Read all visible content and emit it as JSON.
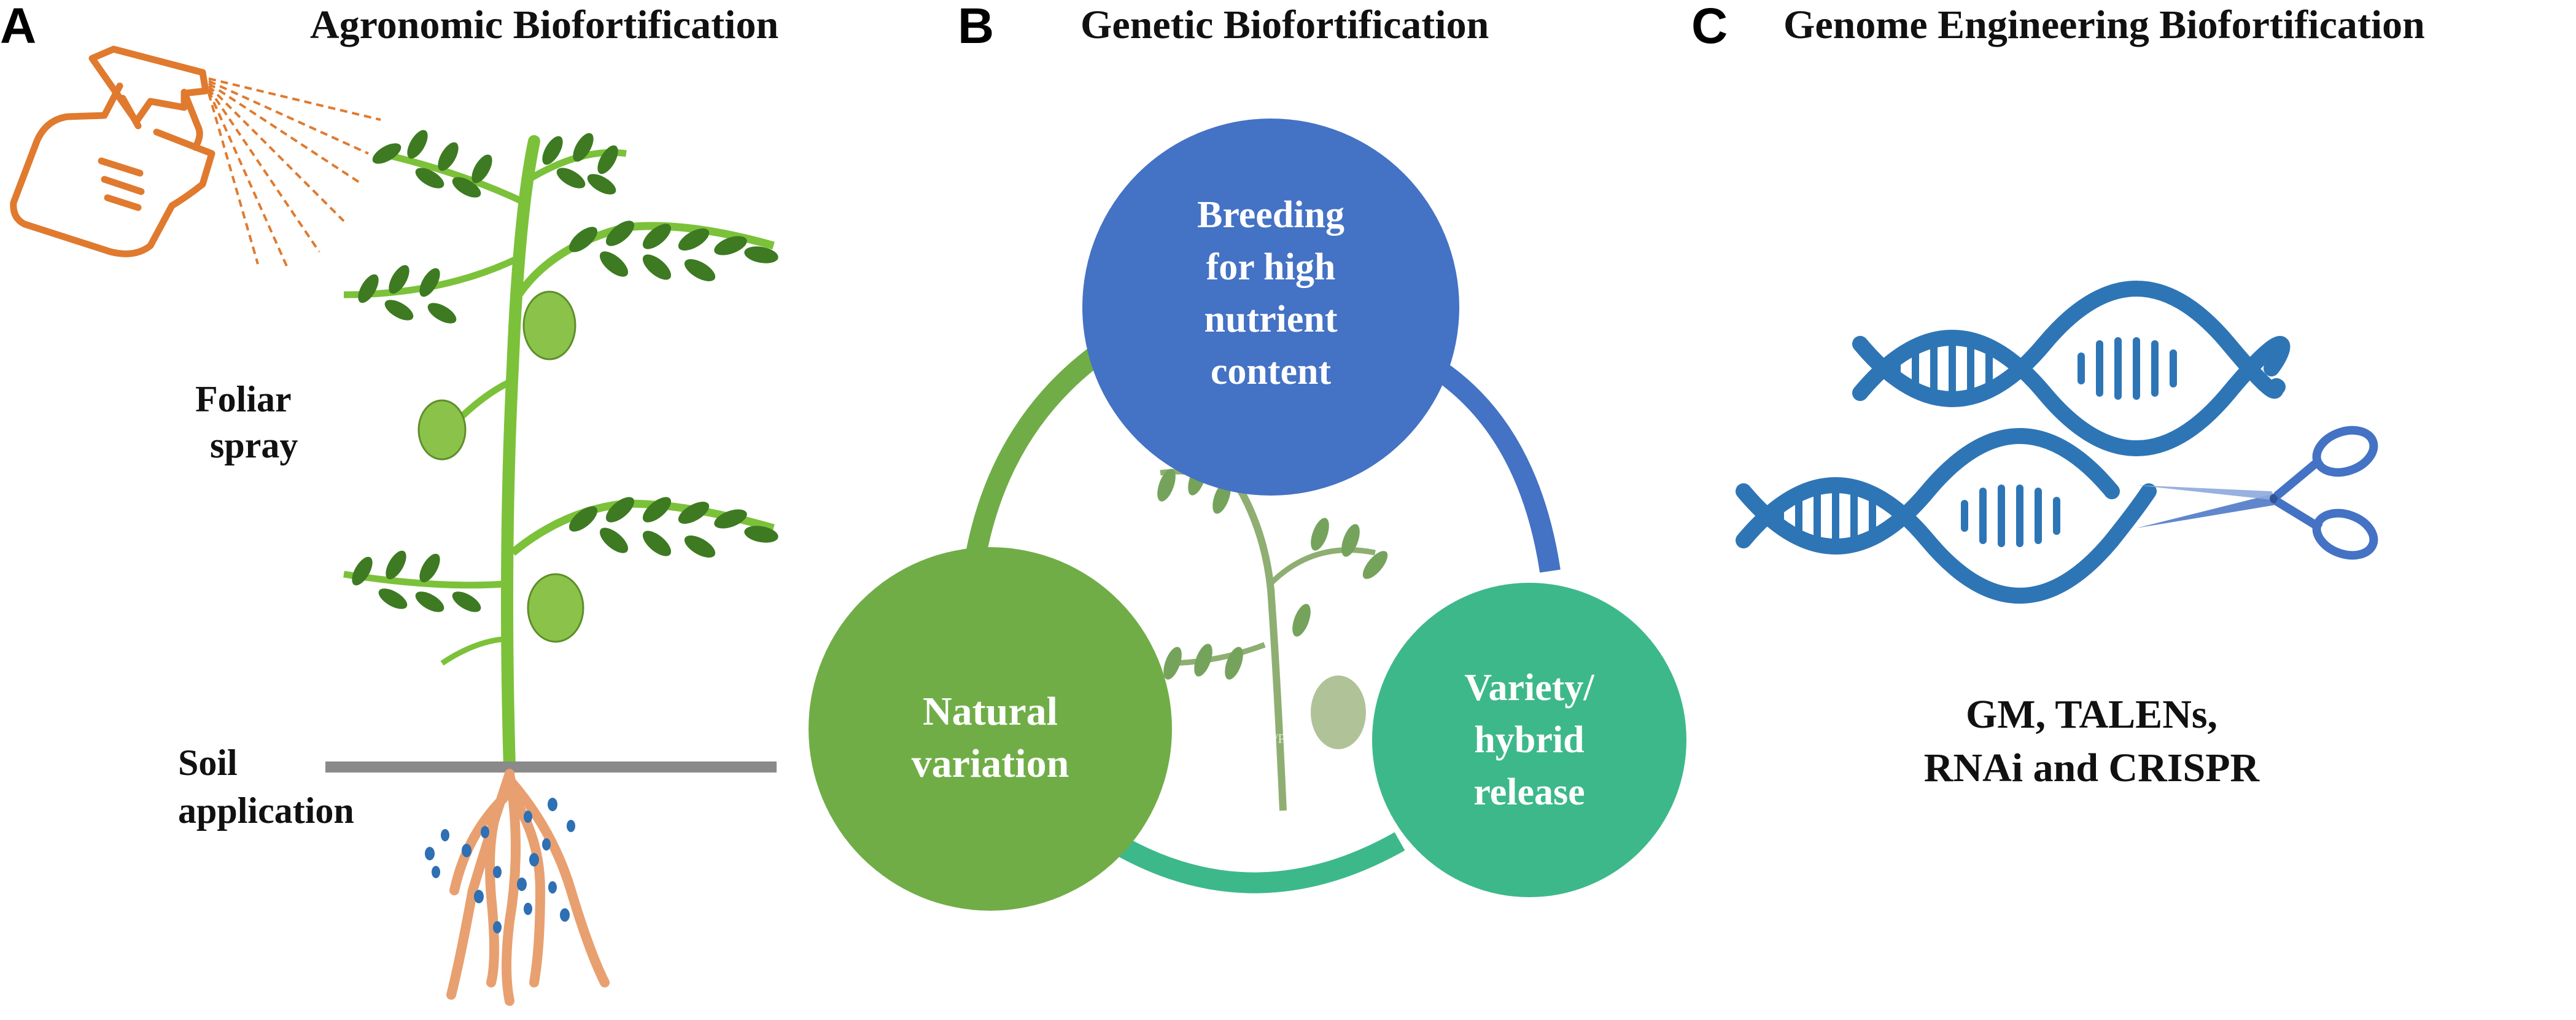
{
  "colors": {
    "spray_orange": "#E07A2E",
    "plant_green": "#7CC13A",
    "leaf_dark": "#3D7A22",
    "root_peach": "#E8A070",
    "soil_gray": "#8A8A8A",
    "nutrient_blue": "#2F6FB3",
    "circle_blue": "#4472C4",
    "circle_green": "#70AD47",
    "circle_teal": "#3DB88A",
    "dna_blue": "#2E75B6",
    "scissors_blue": "#4472C4"
  },
  "panels": [
    {
      "letter": "A",
      "title": "Agronomic Biofortification",
      "labels": {
        "foliar_line1": "Foliar",
        "foliar_line2": "spray",
        "soil_line1": "Soil",
        "soil_line2": "application"
      },
      "icons": [
        "spray-bottle-icon",
        "chickpea-plant-icon",
        "roots-icon",
        "nutrient-droplets-icon"
      ]
    },
    {
      "letter": "B",
      "title": "Genetic Biofortification",
      "circles": [
        {
          "lines": [
            "Breeding",
            "for high",
            "nutrient",
            "content"
          ],
          "color": "#4472C4"
        },
        {
          "lines": [
            "Natural",
            "variation"
          ],
          "color": "#70AD47"
        },
        {
          "lines": [
            "Variety/",
            "hybrid",
            "release"
          ],
          "color": "#3DB88A"
        }
      ],
      "faint_text": "Seed/Pollen",
      "icons": [
        "chickpea-plant-icon"
      ]
    },
    {
      "letter": "C",
      "title": "Genome Engineering Biofortification",
      "methods_line1": "GM, TALENs,",
      "methods_line2": "RNAi and CRISPR",
      "icons": [
        "dna-helix-icon",
        "scissors-icon"
      ]
    }
  ]
}
